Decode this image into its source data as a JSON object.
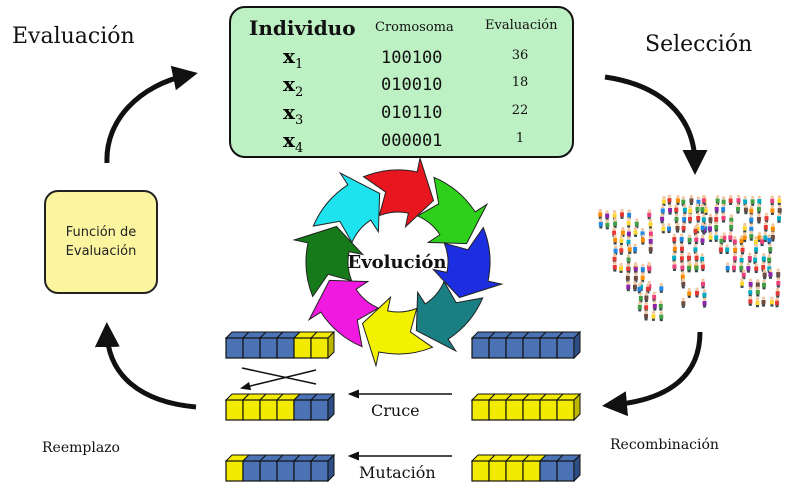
{
  "labels": {
    "evaluation": "Evaluación",
    "selection": "Selección",
    "replacement": "Reemplazo",
    "recombination": "Recombinación",
    "crossover": "Cruce",
    "mutation": "Mutación",
    "evolution": "Evolución",
    "fitness_function_line1": "Función de",
    "fitness_function_line2": "Evaluación"
  },
  "table": {
    "header_individual": "Individuo",
    "header_chromosome": "Cromosoma",
    "header_evaluation": "Evaluación",
    "rows": [
      {
        "var": "x",
        "sub": "1",
        "chromosome": "100100",
        "evaluation": "36"
      },
      {
        "var": "x",
        "sub": "2",
        "chromosome": "010010",
        "evaluation": "18"
      },
      {
        "var": "x",
        "sub": "3",
        "chromosome": "010110",
        "evaluation": "22"
      },
      {
        "var": "x",
        "sub": "4",
        "chromosome": "000001",
        "evaluation": "1"
      }
    ]
  },
  "colors": {
    "table_bg": "#bdf0c3",
    "function_bg": "#fbf5a0",
    "gene_yellow": "#f2ea00",
    "gene_blue": "#4a72b5",
    "cycle": [
      "#e8161e",
      "#2ed01c",
      "#1c2ee0",
      "#1a7f82",
      "#f2f200",
      "#f019e0",
      "#167a1a",
      "#1ee3ee"
    ]
  },
  "chromosome_bars": {
    "left_top": [
      "B",
      "B",
      "B",
      "B",
      "Y",
      "Y"
    ],
    "left_middle": [
      "Y",
      "Y",
      "Y",
      "Y",
      "B",
      "B"
    ],
    "left_bottom": [
      "Y",
      "B",
      "B",
      "B",
      "B",
      "B"
    ],
    "right_top": [
      "B",
      "B",
      "B",
      "B",
      "B",
      "B"
    ],
    "right_middle": [
      "Y",
      "Y",
      "Y",
      "Y",
      "Y",
      "Y"
    ],
    "right_bottom": [
      "Y",
      "Y",
      "Y",
      "Y",
      "B",
      "B"
    ]
  }
}
